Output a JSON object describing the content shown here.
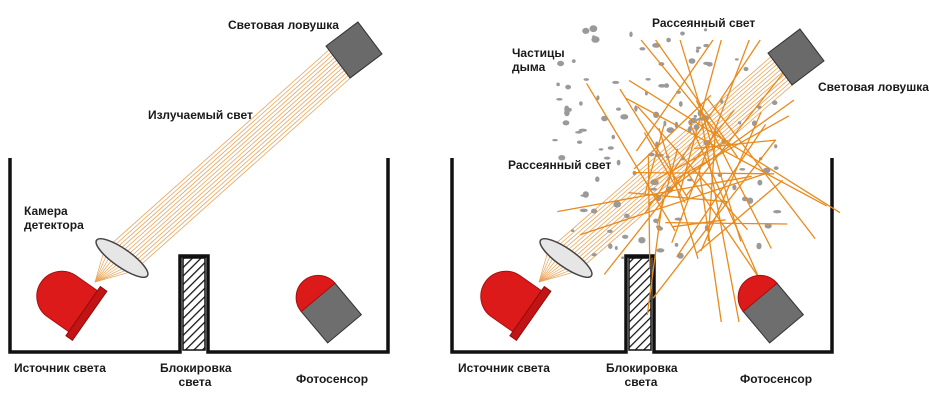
{
  "left_panel": {
    "light_trap": "Световая ловушка",
    "emitted_light": "Излучаемый свет",
    "detector_chamber_line1": "Камера",
    "detector_chamber_line2": "детектора",
    "light_source": "Источник света",
    "light_block_line1": "Блокировка",
    "light_block_line2": "света",
    "photosensor": "Фотосенсор"
  },
  "right_panel": {
    "scattered_light_top": "Рассеянный свет",
    "smoke_particles_line1": "Частицы",
    "smoke_particles_line2": "дыма",
    "light_trap": "Световая ловушка",
    "scattered_light_left": "Рассеянный свет",
    "light_source": "Источник света",
    "light_block_line1": "Блокировка",
    "light_block_line2": "света",
    "photosensor": "Фотосенсор"
  },
  "colors": {
    "beam": "#e8a55a",
    "scatter": "#e98a1c",
    "source_red": "#dd1a1a",
    "source_dark": "#a80f0f",
    "sensor_gray": "#6e6e6e",
    "trap_gray": "#6a6a6a",
    "smoke_gray": "#9a9a9a",
    "outline": "#111111"
  }
}
